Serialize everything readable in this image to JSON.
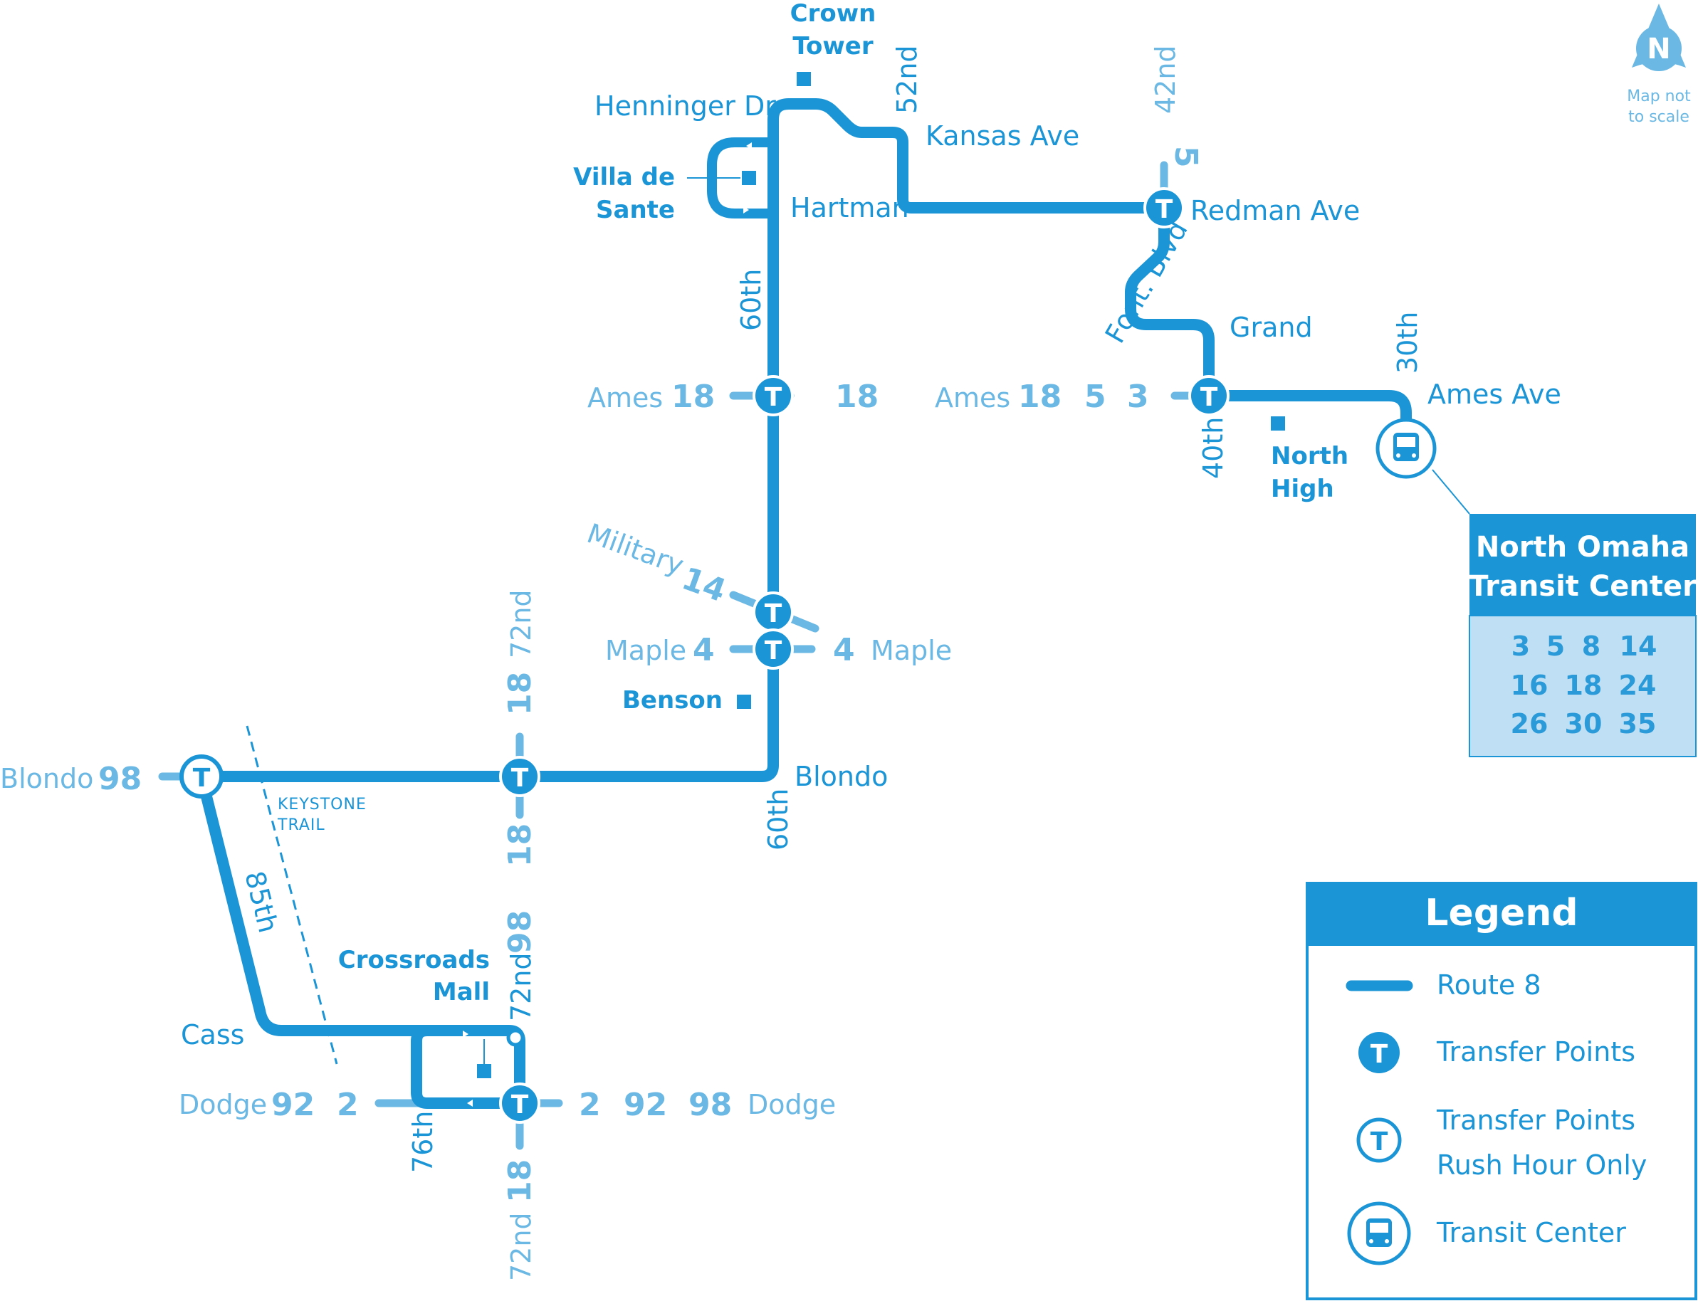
{
  "map": {
    "compass": {
      "letter": "N",
      "scale_line1": "Map not",
      "scale_line2": "to scale"
    },
    "streets": {
      "henninger": "Henninger Dr",
      "hartman": "Hartman",
      "kansas": "Kansas Ave",
      "redman": "Redman Ave",
      "grand": "Grand",
      "ames_ave": "Ames Ave",
      "font_blvd": "Font. Blvd",
      "s52nd": "52nd",
      "s42nd": "42nd",
      "s60th_top": "60th",
      "s60th_bottom": "60th",
      "s40th": "40th",
      "s30th": "30th",
      "ames_west": "Ames",
      "ames_east": "Ames",
      "military": "Military",
      "maple_west": "Maple",
      "maple_east": "Maple",
      "blondo_west": "Blondo",
      "blondo_east": "Blondo",
      "s72nd_top": "72nd",
      "s72nd_mid": "72nd",
      "s72nd_bottom": "72nd",
      "s85th": "85th",
      "cass": "Cass",
      "dodge_west": "Dodge",
      "dodge_east": "Dodge",
      "s76th": "76th"
    },
    "routes": {
      "r5_top": "5",
      "ames_west_18": "18",
      "ames_east_18": "18",
      "ames2_18": "18",
      "ames2_5": "5",
      "ames2_3": "3",
      "military_14": "14",
      "maple_west_4": "4",
      "maple_east_4": "4",
      "blondo_98": "98",
      "r72_top_18": "18",
      "r72_mid_18": "18",
      "r72_mid_98": "98",
      "r72_bottom_18": "18",
      "dodge_92": "92",
      "dodge_2": "2",
      "dodge_east_2": "2",
      "dodge_east_92": "92",
      "dodge_east_98": "98"
    },
    "places": {
      "crown_tower_1": "Crown",
      "crown_tower_2": "Tower",
      "villa_1": "Villa de",
      "villa_2": "Sante",
      "north_high_1": "North",
      "north_high_2": "High",
      "benson": "Benson",
      "crossroads_1": "Crossroads",
      "crossroads_2": "Mall"
    },
    "trail": {
      "line1": "KEYSTONE",
      "line2": "TRAIL"
    },
    "transit_center": {
      "title_line1": "North Omaha",
      "title_line2": "Transit Center",
      "route_rows": [
        [
          "3",
          "5",
          "8",
          "14"
        ],
        [
          "16",
          "18",
          "24"
        ],
        [
          "26",
          "30",
          "35"
        ]
      ]
    },
    "transfer_symbol": "T"
  },
  "legend": {
    "title": "Legend",
    "items": [
      {
        "label": "Route 8"
      },
      {
        "label": "Transfer Points"
      },
      {
        "label": "Transfer Points"
      },
      {
        "label": "Rush Hour Only"
      },
      {
        "label": "Transit Center"
      }
    ]
  },
  "colors": {
    "route": "#1b95d6",
    "cross_route": "#6ab8e3",
    "panel_fill": "#bfe0f4"
  }
}
